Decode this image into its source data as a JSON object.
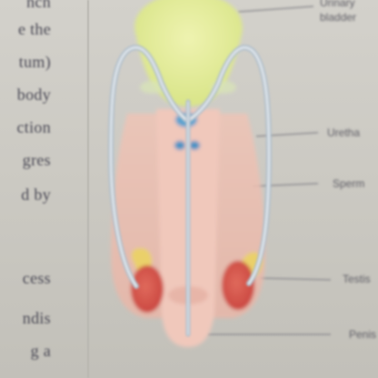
{
  "left_text": {
    "lines": [
      "ncn",
      "e the",
      "tum)",
      "body",
      "ction",
      "gres",
      "d by",
      "",
      "cess",
      "ndis",
      "g a"
    ]
  },
  "labels": {
    "urinary_bladder_line1": "Urinary",
    "urinary_bladder_line2": "bladder",
    "urethra": "Uretha",
    "sperm_duct": "Sperm",
    "testis": "Testis",
    "penis": "Penis"
  },
  "colors": {
    "bladder": "#e2ec9c",
    "tissue": "#eec3b5",
    "testis": "#d9574f",
    "epididymis": "#ead06a",
    "duct": "#a9b9c6",
    "gland": "#5aa2cf"
  }
}
